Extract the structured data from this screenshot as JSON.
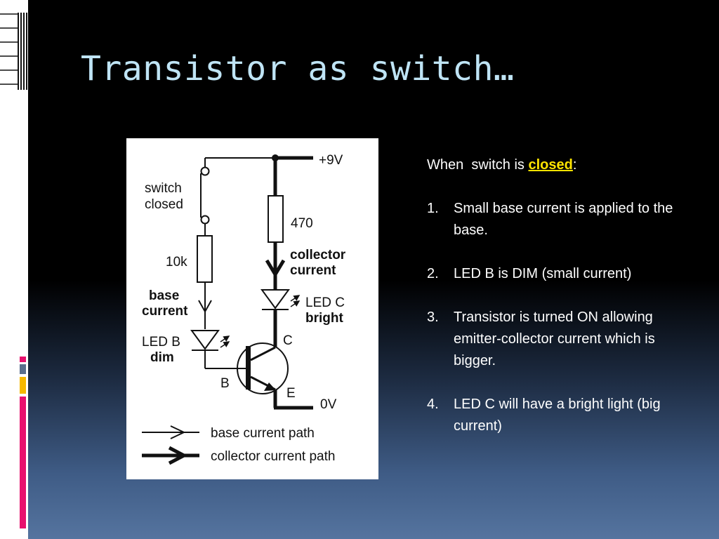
{
  "slide": {
    "title": "Transistor as switch…"
  },
  "theme": {
    "accent_colors": [
      "#e8106e",
      "#5a6e8c",
      "#f5b800",
      "#e8106e"
    ]
  },
  "diagram": {
    "supply_label": "+9V",
    "ground_label": "0V",
    "switch_label_line1": "switch",
    "switch_label_line2": "closed",
    "base_resistor_label": "10k",
    "collector_resistor_label": "470",
    "base_current_line1": "base",
    "base_current_line2": "current",
    "collector_current_line1": "collector",
    "collector_current_line2": "current",
    "led_b_line1": "LED B",
    "led_b_line2": "dim",
    "led_c_line1": "LED C",
    "led_c_line2": "bright",
    "terminal_b": "B",
    "terminal_c": "C",
    "terminal_e": "E",
    "legend_base": "base current path",
    "legend_collector": "collector current path"
  },
  "text": {
    "intro_prefix": "When  switch is ",
    "intro_keyword": "closed",
    "intro_suffix": ":",
    "points": [
      {
        "number": "1.",
        "text": "Small base current is applied to the base."
      },
      {
        "number": "2.",
        "text": "LED B is DIM (small current)"
      },
      {
        "number": "3.",
        "text": "Transistor is turned ON allowing  emitter-collector current which is bigger."
      },
      {
        "number": "4.",
        "text": "LED C will have a bright light (big current)"
      }
    ]
  }
}
